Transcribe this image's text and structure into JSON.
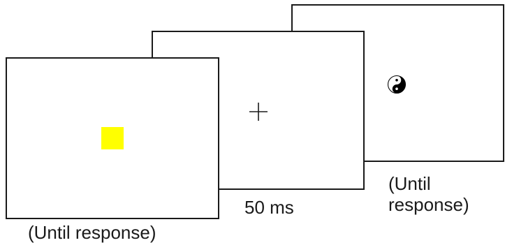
{
  "frames": {
    "first": {
      "stimulus": "yellow-square",
      "caption": "(Until response)"
    },
    "second": {
      "stimulus": "fixation-cross",
      "caption": "50 ms"
    },
    "third": {
      "stimulus": "yin-yang-symbol",
      "caption_line1": "(Until",
      "caption_line2": "response)"
    }
  },
  "colors": {
    "stimulus_yellow": "#ffff00",
    "frame_border": "#1a1a1a",
    "text": "#1a1a1a"
  }
}
